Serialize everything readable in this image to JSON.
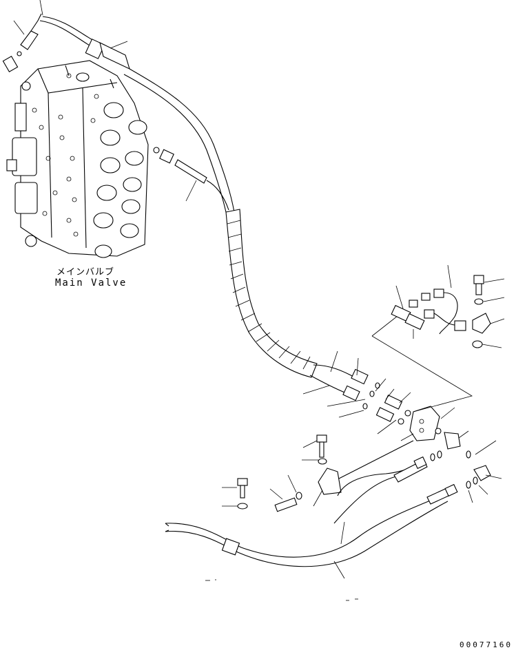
{
  "labels": {
    "main_valve_jp": "メインバルブ",
    "main_valve_en": "Main Valve",
    "drawing_code": "00077160"
  }
}
